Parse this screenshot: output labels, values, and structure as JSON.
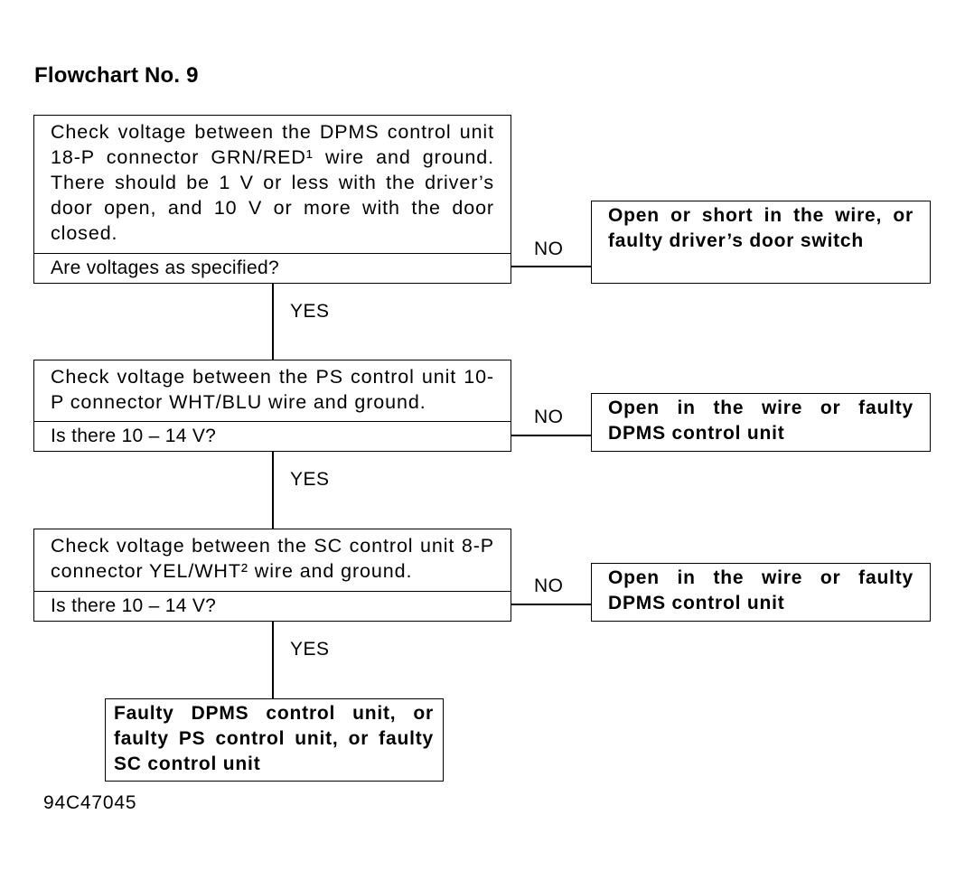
{
  "title": "Flowchart No. 9",
  "steps": [
    {
      "check": "Check voltage between the DPMS control unit 18-P connector GRN/RED¹ wire and ground. There should be 1 V or less with the driver’s door open, and 10 V or more with the door closed.",
      "question": "Are voltages as specified?",
      "no_label": "NO",
      "no_result": "Open or short in the wire, or faulty driver’s door switch",
      "yes_label": "YES"
    },
    {
      "check": "Check voltage between the PS control unit 10-P connector WHT/BLU wire and ground.",
      "question": "Is there 10 – 14 V?",
      "no_label": "NO",
      "no_result": "Open in the wire or faulty DPMS control unit",
      "yes_label": "YES"
    },
    {
      "check": "Check voltage between the SC control unit 8-P connector YEL/WHT² wire and ground.",
      "question": "Is there 10 – 14 V?",
      "no_label": "NO",
      "no_result": "Open in the wire or faulty DPMS control unit",
      "yes_label": "YES"
    }
  ],
  "final_result": "Faulty DPMS control unit, or faulty PS control unit, or faulty SC control unit",
  "figure_id": "94C47045"
}
